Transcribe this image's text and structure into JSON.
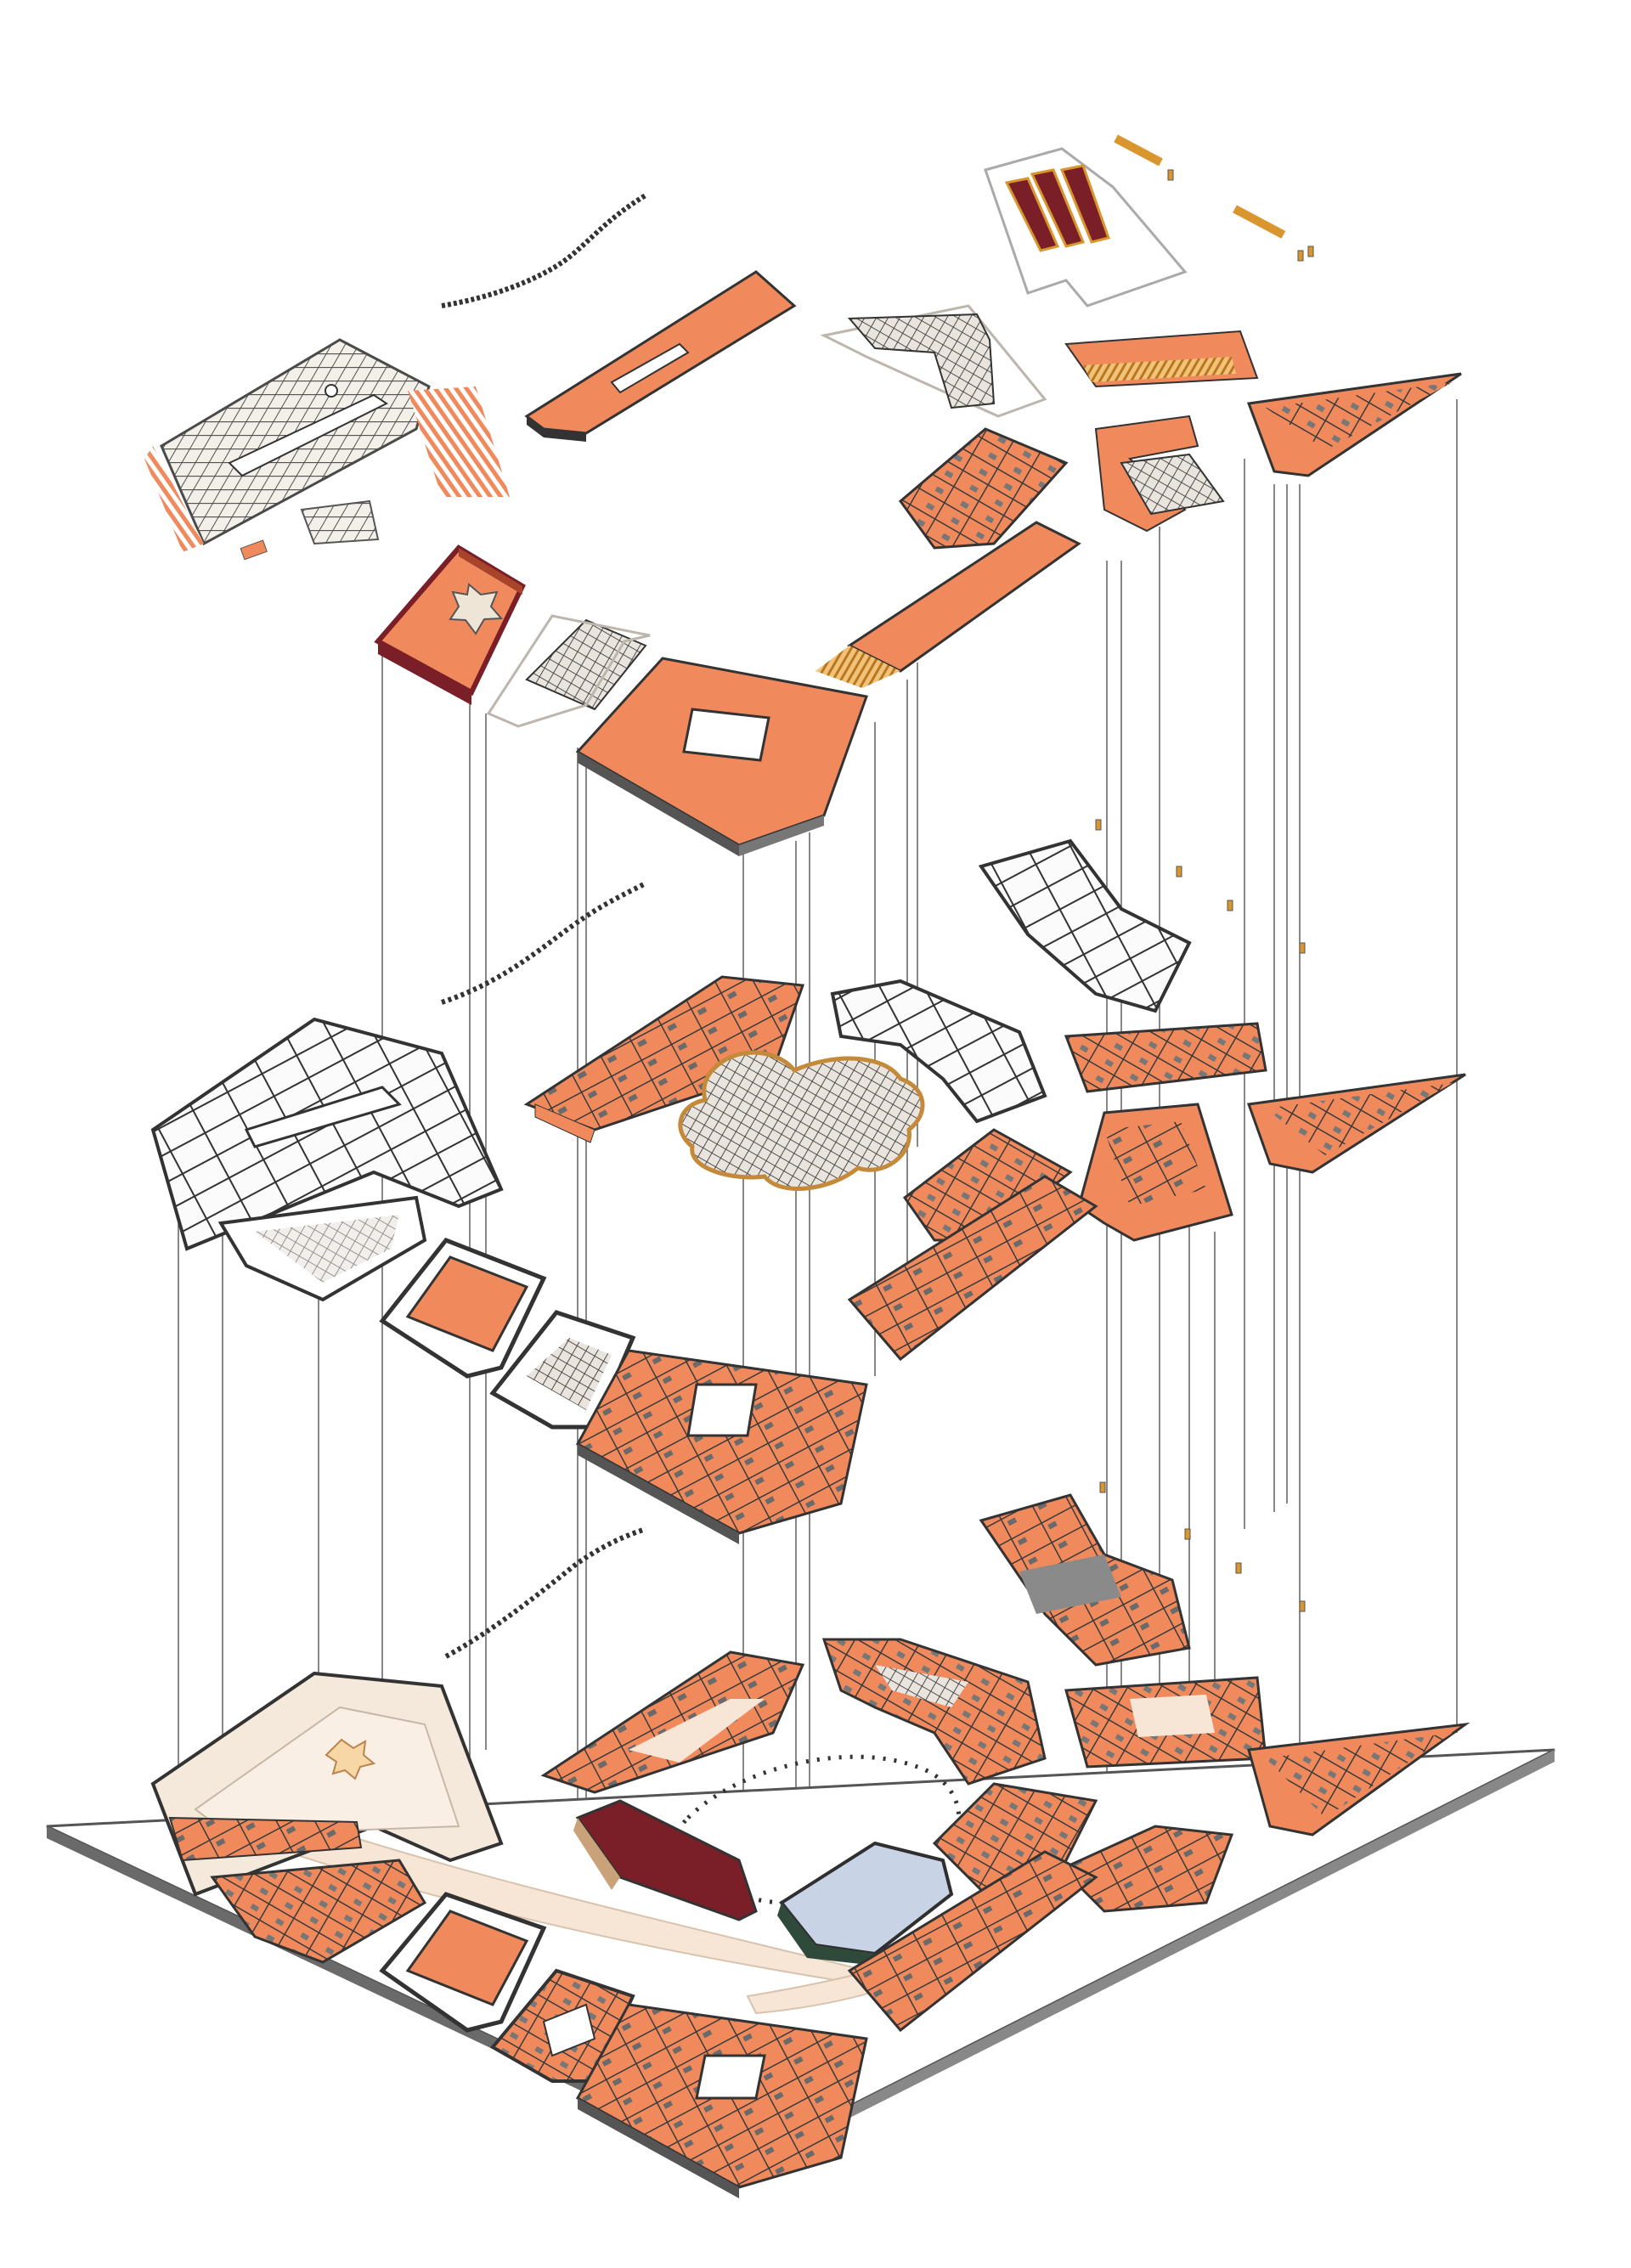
{
  "diagram": {
    "kind": "exploded-axonometric",
    "levels": [
      "roof",
      "upper-floor",
      "middle-floor",
      "ground-floor"
    ],
    "colors": {
      "floor_fill": "#f08a5d",
      "floor_fill_light": "#f5a47e",
      "floor_dark": "#8a3a1c",
      "wall": "#2f2f2f",
      "grid": "#4a4a4a",
      "base_plate": "#ffffff",
      "base_edge": "#555555",
      "leader_line": "#555555",
      "plaza": "#f7e6d6",
      "glass": "#c9d3e6",
      "maroon_roof": "#7a1f28",
      "timber": "#d9962e"
    }
  }
}
